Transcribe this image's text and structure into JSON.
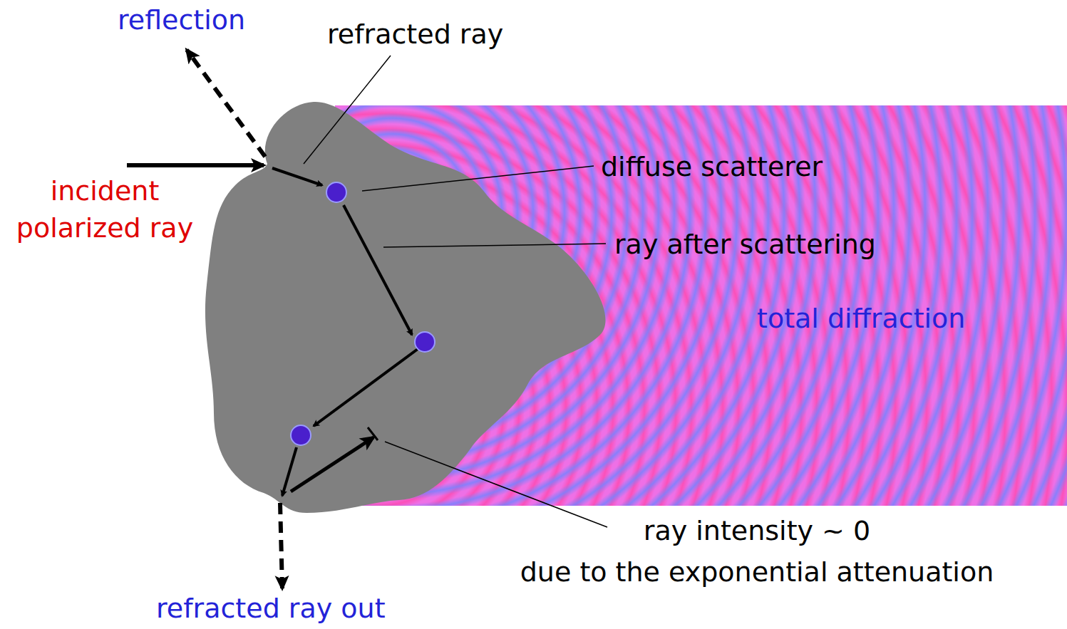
{
  "diagram": {
    "labels": [
      "reflection",
      "refracted ray",
      "incident polarized ray",
      "diffuse scatterer",
      "ray after scattering",
      "total diffraction",
      "ray intensity ~ 0 due to the exponential attenuation",
      "refracted ray out"
    ]
  }
}
